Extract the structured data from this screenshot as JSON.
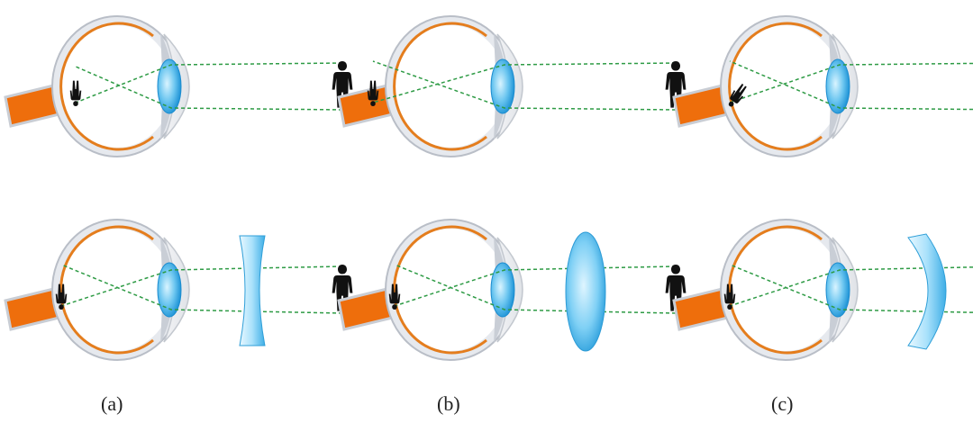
{
  "labels": [
    "(a)",
    "(b)",
    "(c)"
  ],
  "colors": {
    "sclera_fill": "#e6e9ee",
    "sclera_stroke": "#b9bec7",
    "retina": "#e47d1d",
    "optic_nerve": "#ee6e0c",
    "lens_light": "#bfeaff",
    "lens_dark": "#2ea6e3",
    "corrective_lens_light": "#e6f7ff",
    "corrective_lens_dark": "#49b6ea",
    "ray": "#2e9b45",
    "figure": "#111111"
  },
  "columns": [
    {
      "name": "a",
      "condition": "image-before-retina",
      "corrective_lens": "concave"
    },
    {
      "name": "b",
      "condition": "image-behind-retina",
      "corrective_lens": "convex"
    },
    {
      "name": "c",
      "condition": "image-tilted",
      "corrective_lens": "meniscus"
    }
  ]
}
